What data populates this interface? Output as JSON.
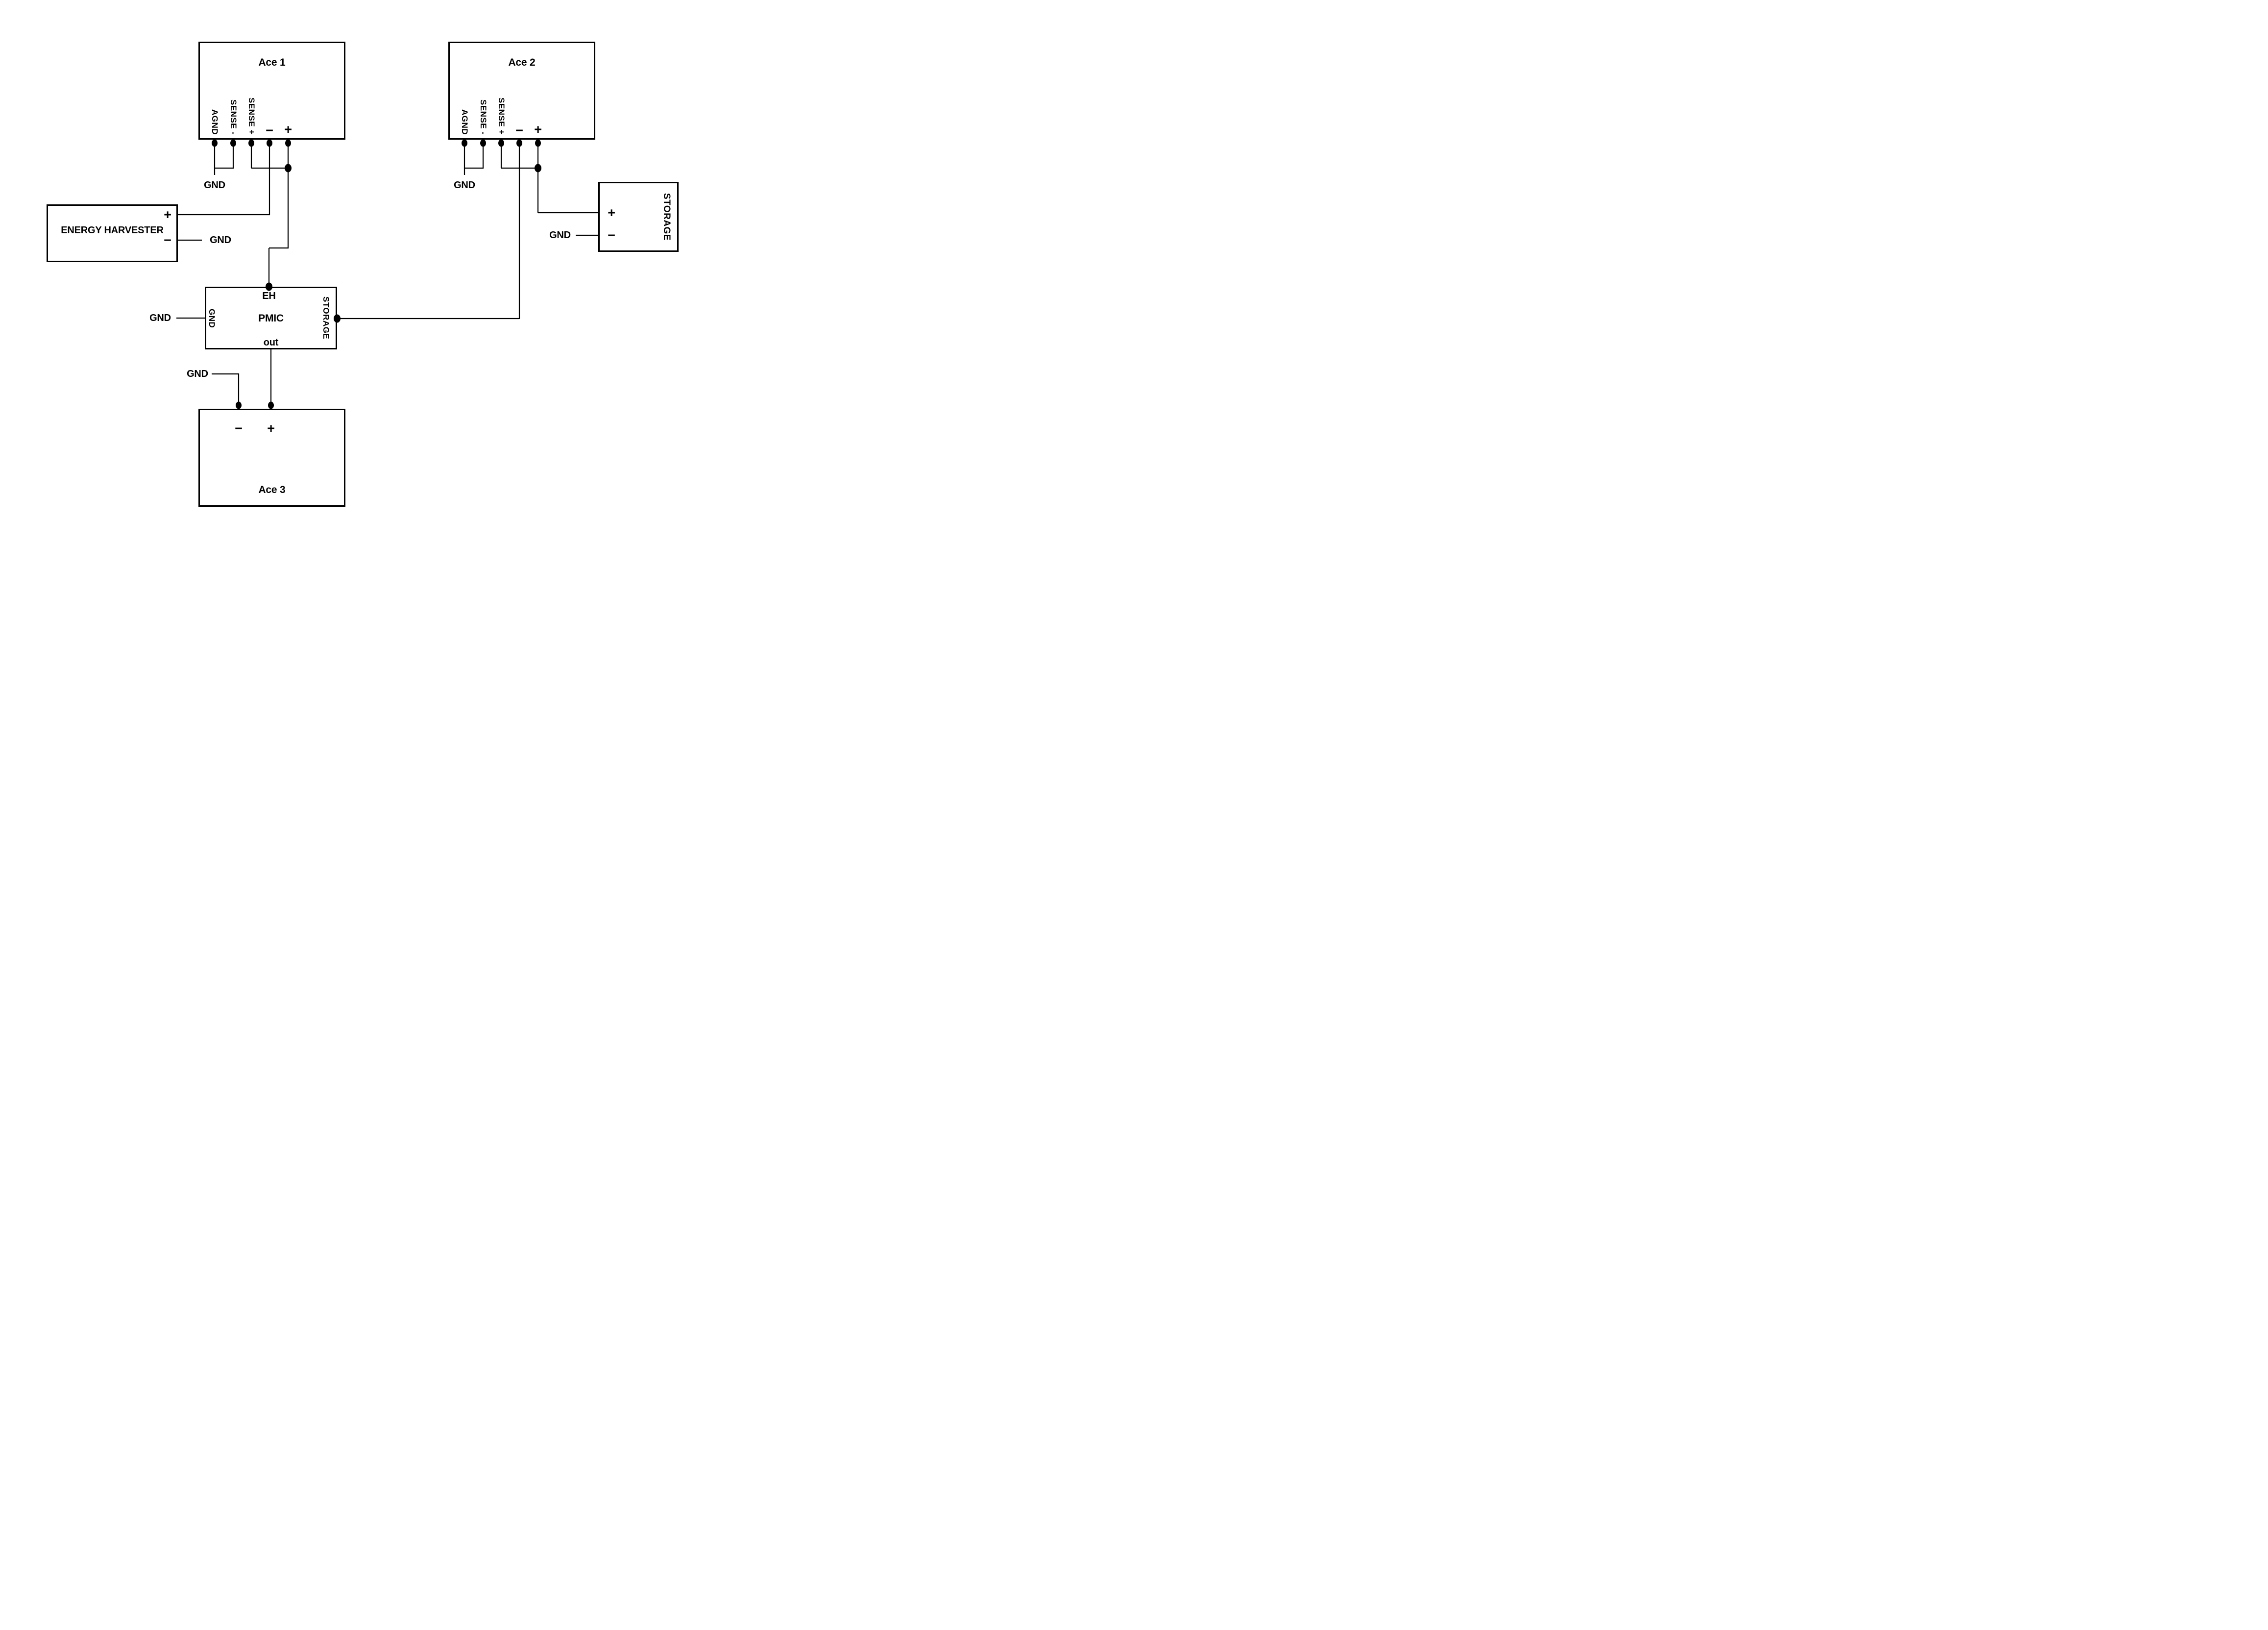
{
  "diagram": {
    "ace1": {
      "title": "Ace 1",
      "pins": {
        "agnd": "AGND",
        "sense_minus": "SENSE -",
        "sense_plus": "SENSE +",
        "minus": "−",
        "plus": "+"
      }
    },
    "ace2": {
      "title": "Ace 2",
      "pins": {
        "agnd": "AGND",
        "sense_minus": "SENSE -",
        "sense_plus": "SENSE +",
        "minus": "−",
        "plus": "+"
      }
    },
    "ace3": {
      "title": "Ace 3",
      "pins": {
        "minus": "−",
        "plus": "+"
      }
    },
    "energy_harvester": {
      "title": "ENERGY HARVESTER",
      "pins": {
        "plus": "+",
        "minus": "−"
      }
    },
    "storage": {
      "title": "STORAGE",
      "pins": {
        "plus": "+",
        "minus": "−"
      }
    },
    "pmic": {
      "title": "PMIC",
      "pins": {
        "eh": "EH",
        "gnd": "GND",
        "storage": "STORAGE",
        "out": "out"
      }
    },
    "gnd_labels": {
      "ace1": "GND",
      "ace2": "GND",
      "energy_harvester": "GND",
      "pmic": "GND",
      "storage": "GND",
      "ace3": "GND"
    },
    "colors": {
      "line": "#000000",
      "background": "#ffffff"
    }
  }
}
